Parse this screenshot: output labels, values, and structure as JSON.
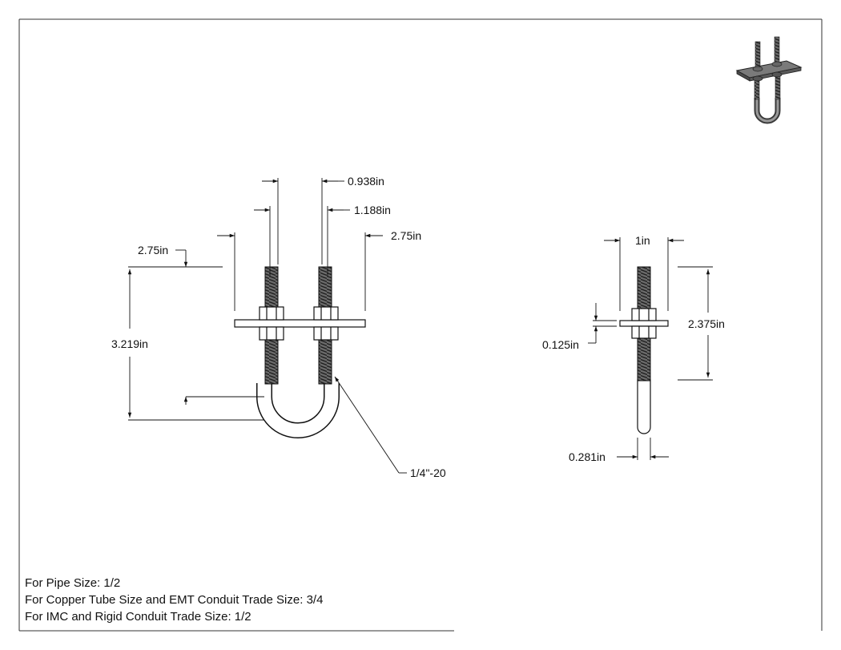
{
  "dimensions": {
    "front_top_inner": "0.938in",
    "front_top_mid": "1.188in",
    "front_left_width": "2.75in",
    "front_right_width": "2.75in",
    "front_height": "3.219in",
    "thread": "1/4\"-20",
    "side_width": "1in",
    "side_plate_thickness": "0.125in",
    "side_height": "2.375in",
    "side_rod_diameter": "0.281in"
  },
  "notes": [
    "For Pipe Size: 1/2",
    "For Copper Tube Size and EMT Conduit Trade Size: 3/4",
    "For IMC and Rigid Conduit Trade Size: 1/2"
  ]
}
